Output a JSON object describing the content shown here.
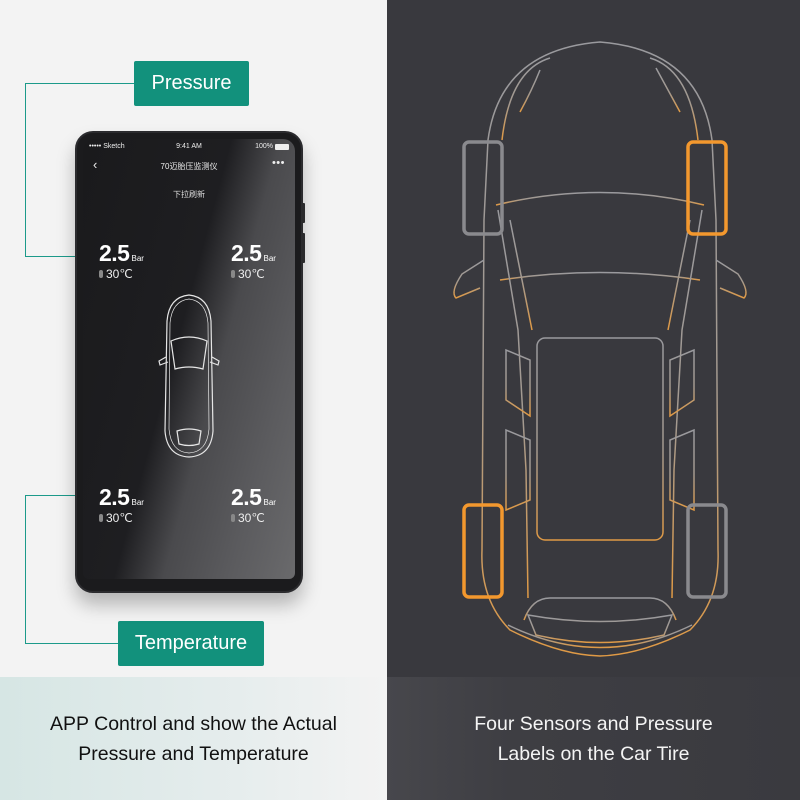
{
  "labels": {
    "pressure": "Pressure",
    "temperature": "Temperature"
  },
  "colors": {
    "accent_teal": "#12917c",
    "sensor_orange": "#f3982e",
    "sensor_gray": "#8a8a8e",
    "right_bg": "#39393e"
  },
  "phone": {
    "status_bar": {
      "carrier": "••••• Sketch",
      "wifi_icon": "wifi-icon",
      "time": "9:41 AM",
      "battery": "100%"
    },
    "nav": {
      "back_icon": "‹",
      "title": "70迈胎压监测仪",
      "more_icon": "•••"
    },
    "refresh_hint": "下拉刷新",
    "tires": [
      {
        "position": "front-left",
        "pressure": "2.5",
        "unit": "Bar",
        "temperature": "30℃"
      },
      {
        "position": "front-right",
        "pressure": "2.5",
        "unit": "Bar",
        "temperature": "30℃"
      },
      {
        "position": "rear-left",
        "pressure": "2.5",
        "unit": "Bar",
        "temperature": "30℃"
      },
      {
        "position": "rear-right",
        "pressure": "2.5",
        "unit": "Bar",
        "temperature": "30℃"
      }
    ]
  },
  "captions": {
    "left_line1": "APP Control and show the Actual",
    "left_line2": "Pressure and Temperature",
    "right_line1": "Four Sensors and Pressure",
    "right_line2": "Labels on the Car Tire"
  }
}
